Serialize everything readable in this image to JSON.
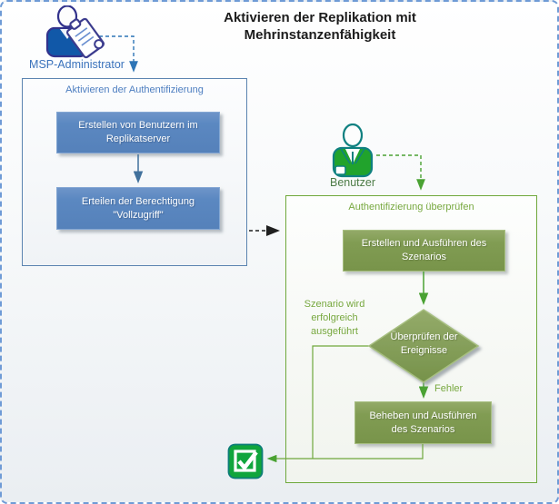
{
  "title": "Aktivieren der Replikation mit Mehrinstanzenfähigkeit",
  "actors": {
    "admin": {
      "label": "MSP-Administrator",
      "icon": "person-with-clipboard-icon"
    },
    "user": {
      "label": "Benutzer",
      "icon": "person-icon"
    }
  },
  "left_panel": {
    "title": "Aktivieren der Authentifizierung",
    "steps": [
      "Erstellen von Benutzern im Replikatserver",
      "Erteilen der Berechtigung \"Vollzugriff\""
    ]
  },
  "right_panel": {
    "title": "Authentifizierung überprüfen",
    "step_create": "Erstellen und Ausführen des Szenarios",
    "decision": "Überprüfen der Ereignisse",
    "label_success": "Szenario wird erfolgreich ausgeführt",
    "label_error": "Fehler",
    "step_fix": "Beheben und Ausführen des Szenarios"
  },
  "icons": {
    "success_end": "checkmark-icon"
  },
  "colors": {
    "page_border": "#6f9bd6",
    "blue_panel_border": "#5b84b0",
    "blue_box_fill": "#5b88c1",
    "blue_text": "#4d7ec0",
    "blue_arrow": "#41719c",
    "blue_dashed_arrow": "#2e75b6",
    "black_dashed_arrow": "#1f1f1f",
    "green_panel_border": "#6fa83c",
    "green_box_fill": "#819c53",
    "green_text": "#77a83f",
    "green_arrow": "#4aa233",
    "check_green": "#10a53c"
  }
}
